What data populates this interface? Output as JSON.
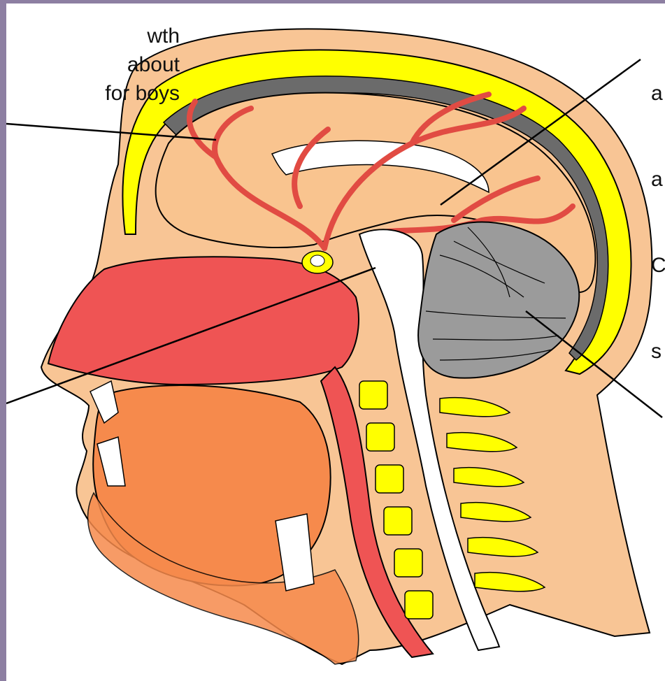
{
  "callouts": {
    "top_left": [
      "wth",
      "about",
      "for boys"
    ],
    "top_right": [
      "a",
      "a",
      "C",
      "s"
    ]
  },
  "colors": {
    "frame": "#8d7fa2",
    "skin": "#f8c595",
    "brain": "#f9c48f",
    "skull": "#ffff00",
    "vessels": "#e14b43",
    "airway": "#ef5454",
    "tongue": "#f68a4c",
    "cerebellum": "#9b9b9b",
    "csf": "#6b6b6b",
    "spinal_cord": "#ffffff",
    "outline": "#000000"
  },
  "icons": {
    "diagram": "sagittal-head-section-illustration"
  }
}
